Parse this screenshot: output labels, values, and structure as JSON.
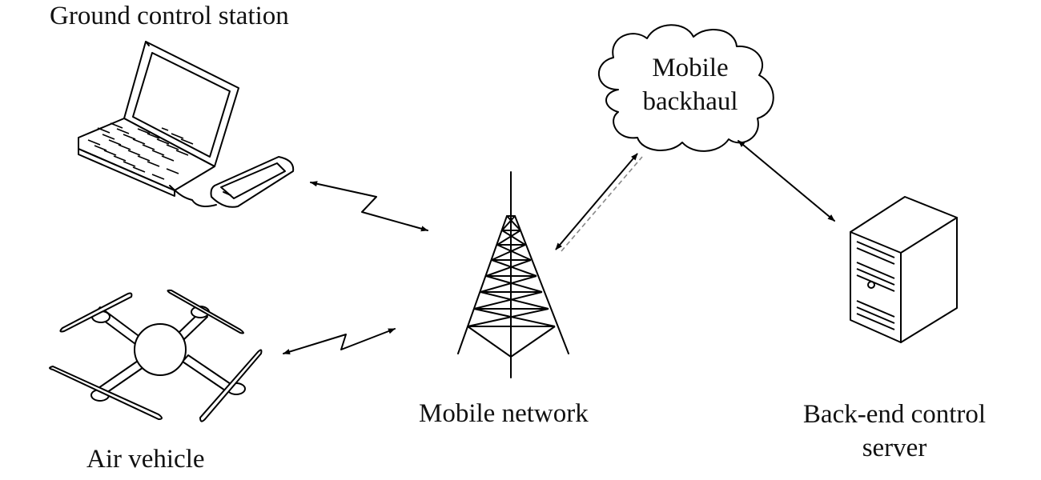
{
  "labels": {
    "ground_station": "Ground control station",
    "air_vehicle": "Air vehicle",
    "mobile_network": "Mobile network",
    "backhaul_line1": "Mobile",
    "backhaul_line2": "backhaul",
    "server_line1": "Back-end control",
    "server_line2": "server"
  },
  "icons": [
    "laptop-icon",
    "smartphone-icon",
    "drone-icon",
    "cell-tower-icon",
    "cloud-icon",
    "server-icon"
  ],
  "colors": {
    "line": "#000000",
    "background": "#ffffff",
    "dashed_link": "#888888"
  }
}
